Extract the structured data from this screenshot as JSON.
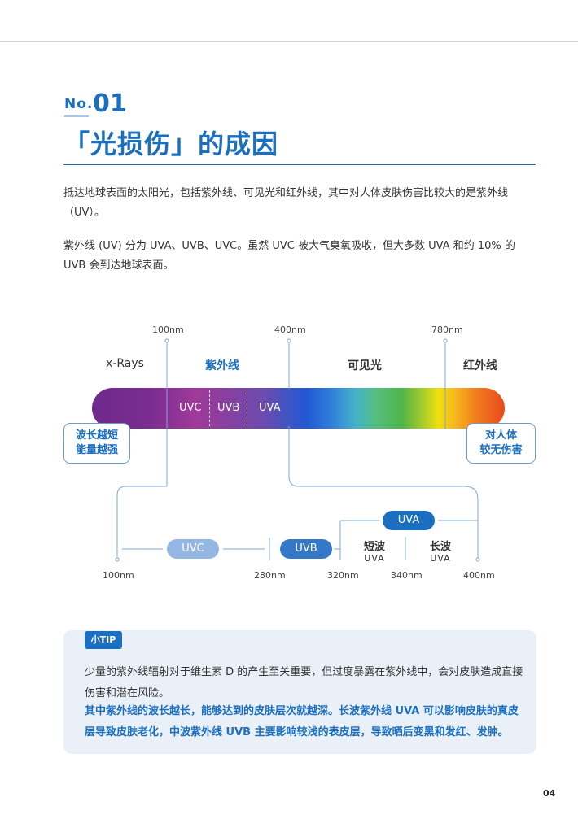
{
  "header": {
    "no_text": "No.",
    "no_number": "01",
    "title": "「光损伤」的成因"
  },
  "intro": {
    "para1": "抵达地球表面的太阳光，包括紫外线、可见光和红外线，其中对人体皮肤伤害比较大的是紫外线（UV）。",
    "para2": "紫外线 (UV) 分为 UVA、UVB、UVC。虽然 UVC 被大气臭氧吸收，但大多数 UVA 和约 10% 的 UVB 会到达地球表面。"
  },
  "spectrum": {
    "wavelengths": [
      "100nm",
      "400nm",
      "780nm"
    ],
    "bands": [
      "x-Rays",
      "紫外线",
      "可见光",
      "红外线"
    ],
    "uv_types": [
      "UVC",
      "UVB",
      "UVA"
    ],
    "callout_left": [
      "波长越短",
      "能量越强"
    ],
    "callout_right": [
      "对人体",
      "较无伤害"
    ],
    "colors": {
      "start": "#6d2a8c",
      "middle": "#2258d6",
      "end": "#e84a1c",
      "accent": "#1b6fc0"
    }
  },
  "uv_detail": {
    "wavelengths": [
      "100nm",
      "280nm",
      "320nm",
      "340nm",
      "400nm"
    ],
    "pills": [
      "UVC",
      "UVB",
      "UVA"
    ],
    "short_wave": "短波",
    "long_wave": "长波",
    "uva_sub": "UVA"
  },
  "tip": {
    "badge": "小TIP",
    "para1": "少量的紫外线辐射对于维生素 D 的产生至关重要，但过度暴露在紫外线中，会对皮肤造成直接伤害和潜在风险。",
    "para2": "其中紫外线的波长越长，能够达到的皮肤层次就越深。长波紫外线 UVA 可以影响皮肤的真皮层导致皮肤老化，中波紫外线 UVB 主要影响较浅的表皮层，导致晒后变黑和发红、发肿。"
  },
  "page_number": "04"
}
